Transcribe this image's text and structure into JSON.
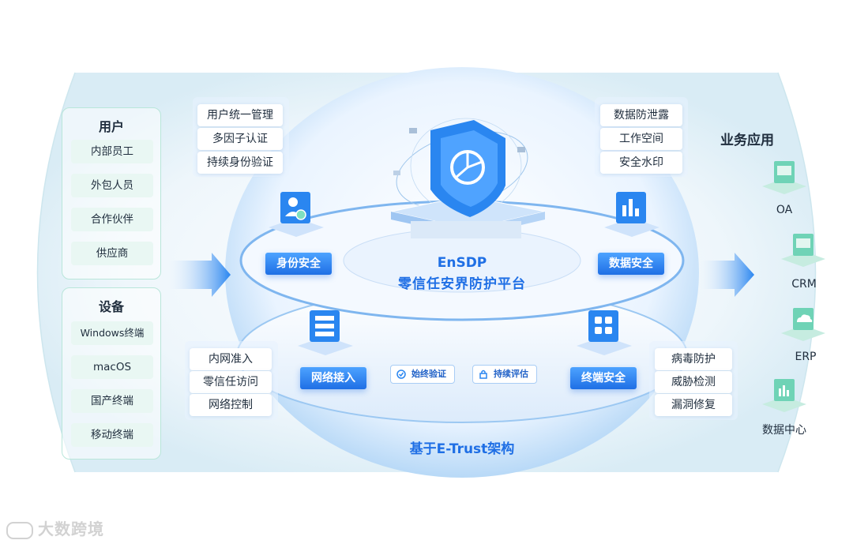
{
  "users": {
    "title": "用户",
    "items": [
      "内部员工",
      "外包人员",
      "合作伙伴",
      "供应商"
    ]
  },
  "devices": {
    "title": "设备",
    "items": [
      "Windows终端",
      "macOS",
      "国产终端",
      "移动终端"
    ]
  },
  "identity": {
    "label": "身份安全",
    "features": [
      "用户统一管理",
      "多因子认证",
      "持续身份验证"
    ]
  },
  "data_security": {
    "label": "数据安全",
    "features": [
      "数据防泄露",
      "工作空间",
      "安全水印"
    ]
  },
  "network": {
    "label": "网络接入",
    "features": [
      "内网准入",
      "零信任访问",
      "网络控制"
    ]
  },
  "endpoint": {
    "label": "终端安全",
    "features": [
      "病毒防护",
      "威胁检测",
      "漏洞修复"
    ]
  },
  "core": {
    "name": "EnSDP",
    "subtitle": "零信任安界防护平台",
    "pills": [
      "始终验证",
      "持续评估"
    ]
  },
  "base": "基于E-Trust架构",
  "apps": {
    "title": "业务应用",
    "items": [
      {
        "label": "OA",
        "icon": "oa-icon"
      },
      {
        "label": "CRM",
        "icon": "crm-icon"
      },
      {
        "label": "ERP",
        "icon": "cloud-icon"
      },
      {
        "label": "数据中心",
        "icon": "data-center-icon"
      }
    ]
  },
  "watermark": "大数跨境",
  "colors": {
    "accent_blue": "#1f6fe5",
    "mint": "#6fd3b6",
    "panel_border": "#b9e6da"
  }
}
